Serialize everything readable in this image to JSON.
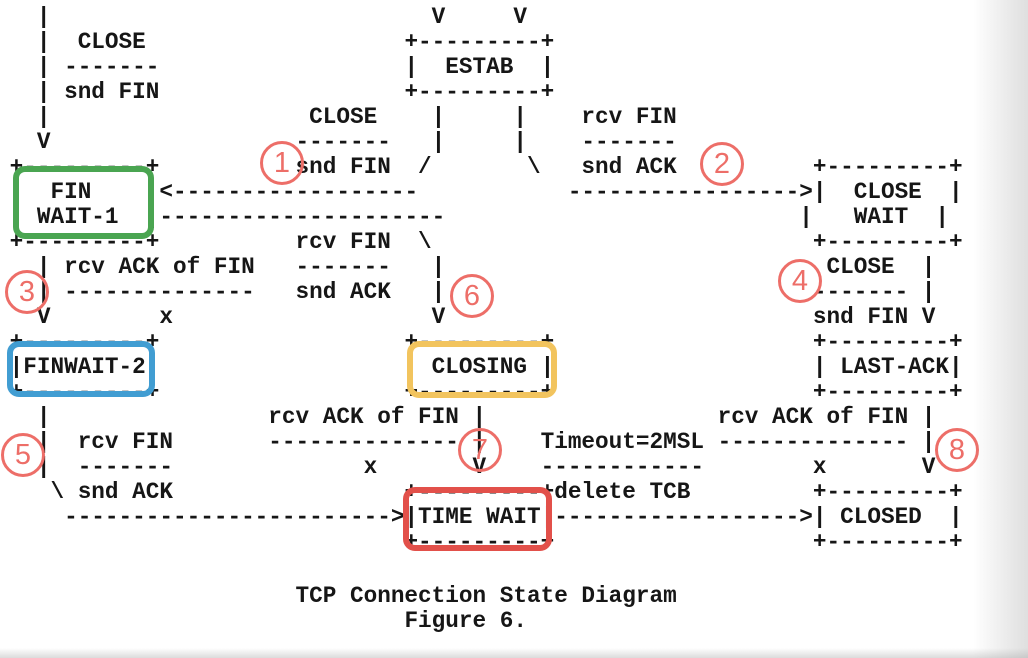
{
  "diagram": {
    "ascii_lines": [
      "   |                            V     V",
      "   |  CLOSE                   +---------+",
      "   | -------                  |  ESTAB  |",
      "   | snd FIN                  +---------+",
      "   |                   CLOSE    |     |    rcv FIN",
      "   V                  -------   |     |    -------",
      " +---------+          snd FIN  /       \\   snd ACK          +---------+",
      " |  FIN    |<------------------           ----------------->|  CLOSE  |",
      " | WAIT-1  |---------------------                          |   WAIT  |",
      " +---------+          rcv FIN  \\                            +---------+",
      "   | rcv ACK of FIN   -------   |                            CLOSE  |",
      "   | --------------   snd ACK   |                           ------- |",
      "   V        x                   V                           snd FIN V",
      " +---------+                  +---------+                   +---------+",
      " |FINWAIT-2|                  | CLOSING |                   | LAST-ACK|",
      " +---------+                  +---------+                   +---------+",
      "   |                rcv ACK of FIN |                 rcv ACK of FIN |",
      "   |  rcv FIN       -------------- |    Timeout=2MSL -------------- |",
      "   |  -------              x       V    ------------        x       V",
      "    \\ snd ACK                 +---------+delete TCB         +---------+",
      "     ------------------------>|TIME WAIT|------------------>| CLOSED  |",
      "                              +---------+                   +---------+"
    ],
    "caption_title": "TCP Connection State Diagram",
    "caption_figure": "Figure 6."
  },
  "highlights": [
    {
      "state": "FIN WAIT-1",
      "color": "#4aa551"
    },
    {
      "state": "FINWAIT-2",
      "color": "#419dd2"
    },
    {
      "state": "CLOSING",
      "color": "#f2c45e"
    },
    {
      "state": "TIME WAIT",
      "color": "#e2504a"
    }
  ],
  "annotations": {
    "color": "#ed6e68",
    "items": [
      "1",
      "2",
      "3",
      "4",
      "5",
      "6",
      "7",
      "8"
    ]
  }
}
